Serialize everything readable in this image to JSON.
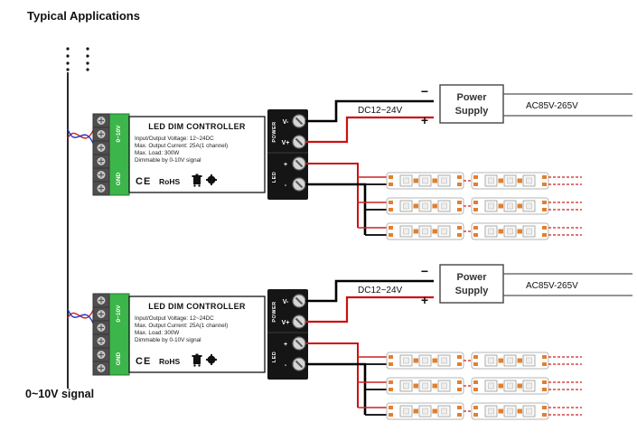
{
  "title": "Typical Applications",
  "signal_label": "0~10V signal",
  "controller": {
    "name": "LED DIM CONTROLLER",
    "specs": [
      "Input/Output Voltage: 12~24DC",
      "Max. Output Current: 25A(1 channel)",
      "Max. Load: 300W",
      "Dimmable by 0-10V signal"
    ],
    "ce_mark": "CE",
    "rohs_mark": "RoHS",
    "input": {
      "signal": "0~10V",
      "ground": "GND"
    },
    "output": {
      "power_group": "POWER",
      "led_group": "LED",
      "t1": "V-",
      "t2": "V+",
      "t3": "+",
      "t4": "-"
    }
  },
  "power": {
    "dc_label": "DC12~24V",
    "minus": "−",
    "plus": "+",
    "supply_line1": "Power",
    "supply_line2": "Supply",
    "ac_label": "AC85V-265V"
  },
  "colors": {
    "terminal_green": "#3cb54a",
    "wire_positive": "#cc1111",
    "wire_negative": "#000000",
    "signal_wire_red": "#cc2222",
    "signal_wire_blue": "#2233bb",
    "led_pad_orange": "#e08030"
  }
}
